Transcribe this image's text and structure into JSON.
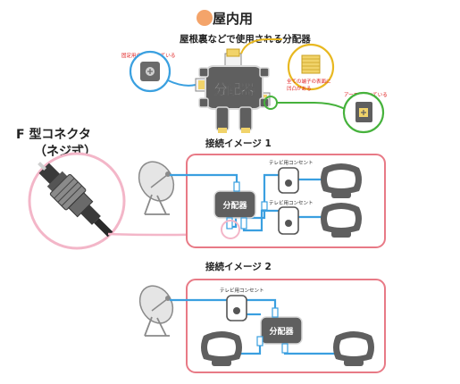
{
  "header": {
    "title": "屋内用",
    "subtitle": "屋根裏などで使用される分配器"
  },
  "splitter_detail": {
    "label": "分配器",
    "callout_fixing_screw": "固定用のネジ付いている",
    "callout_all_terminals": [
      "全ての端子の表面に",
      "凹凸がある"
    ],
    "callout_ground": "アースが付いている"
  },
  "connector": {
    "title_line1": "F 型コネクタ",
    "title_line2": "（ネジ式）"
  },
  "diagram1": {
    "title": "接続イメージ 1",
    "splitter_label": "分配器",
    "outlet_label_top": "テレビ用コンセント",
    "outlet_label_bottom": "テレビ用コンセント"
  },
  "diagram2": {
    "title": "接続イメージ 2",
    "splitter_label": "分配器",
    "outlet_label": "テレビ用コンセント"
  },
  "colors": {
    "cable": "#3a9fe0",
    "frame": "#e87a86",
    "splitter_body": "#5f5f5f",
    "callout_blue": "#3aa0e0",
    "callout_yellow": "#e8b820",
    "callout_green": "#46b23c",
    "connector_ring": "#f3b6c8",
    "orange_dot": "#f4a46a"
  },
  "icons": [
    "satellite-dish-icon",
    "tv-icon",
    "outlet-icon",
    "splitter-icon",
    "screw-icon",
    "f-connector-icon"
  ]
}
